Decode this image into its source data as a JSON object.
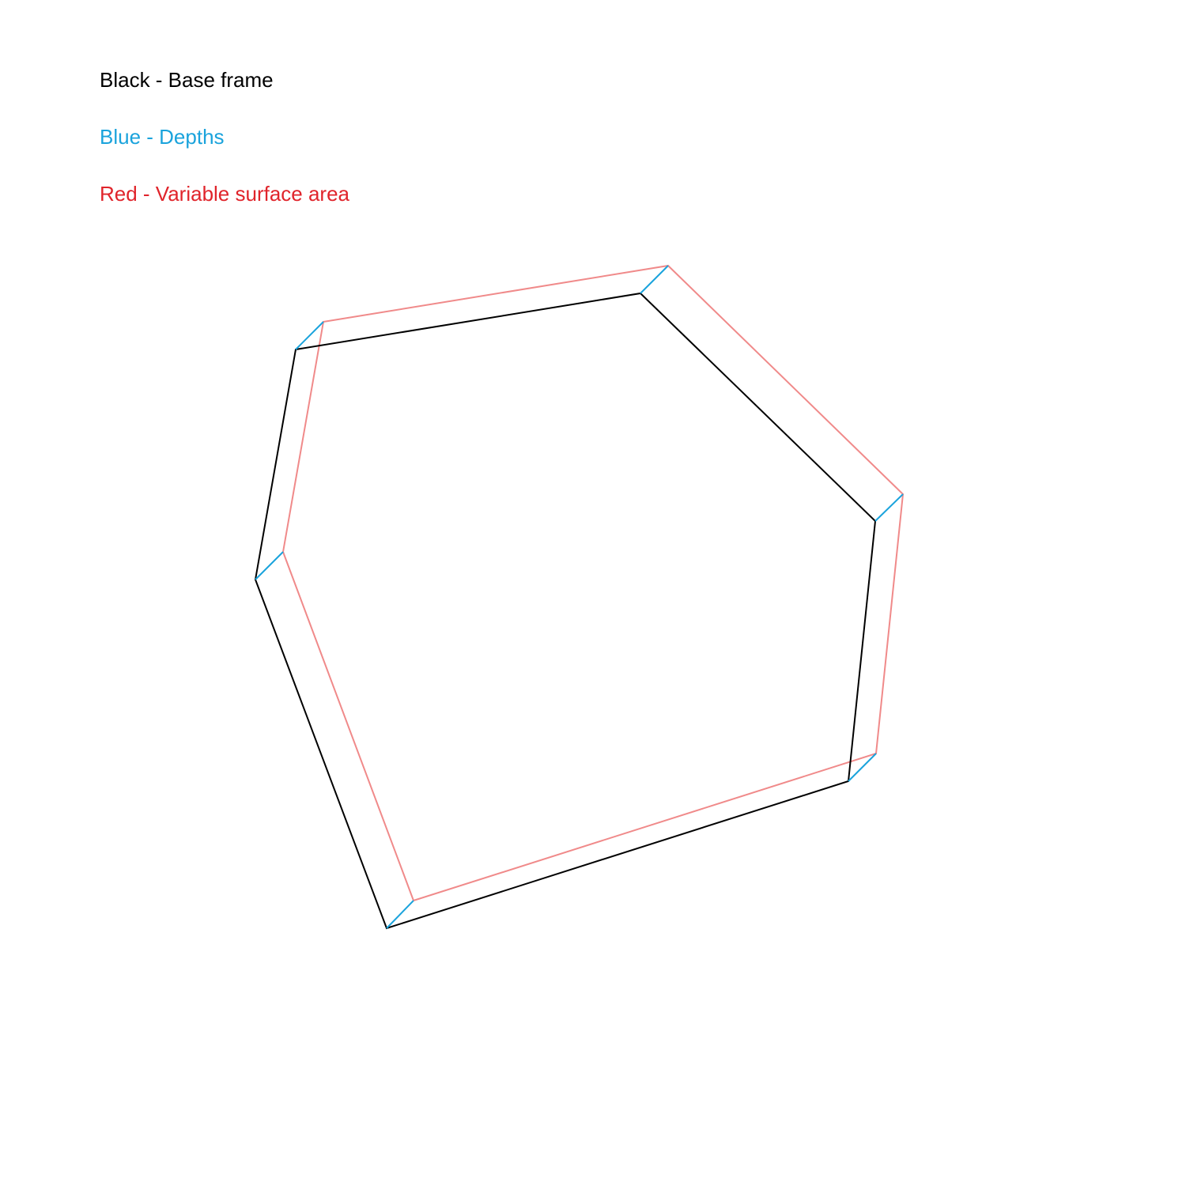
{
  "legend": [
    {
      "label": "Black - Base frame",
      "color": "#000000"
    },
    {
      "label": "Blue - Depths",
      "color": "#1aa3dc"
    },
    {
      "label": "Red - Variable surface area",
      "color": "#e0242b"
    }
  ],
  "colors": {
    "base_frame": "#000000",
    "depths": "#1aa3dc",
    "surface": "#f08a8a"
  }
}
